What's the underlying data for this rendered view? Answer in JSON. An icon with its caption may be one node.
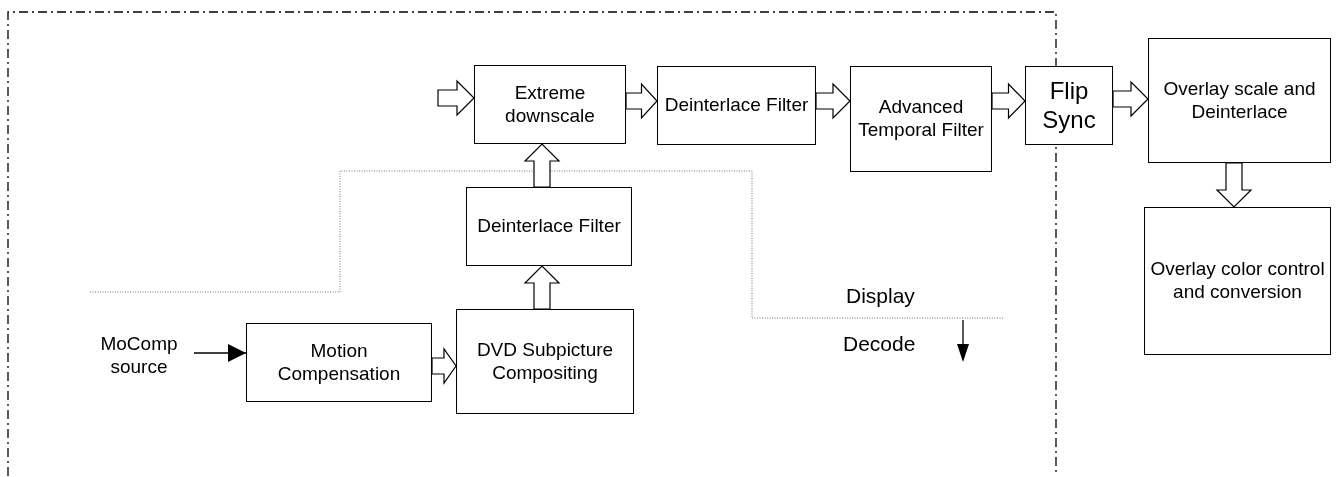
{
  "diagram": {
    "nodes": [
      {
        "text": [
          "MoComp source"
        ]
      },
      {
        "text": [
          "Motion Compensation"
        ]
      },
      {
        "text": [
          "DVD Subpicture Compositing"
        ]
      },
      {
        "text": [
          "Deinterlace Filter"
        ]
      },
      {
        "text": [
          "Extreme downscale"
        ]
      },
      {
        "text": [
          "Deinterlace Filter"
        ]
      },
      {
        "text": [
          "Advanced Temporal Filter"
        ]
      },
      {
        "text": [
          "Flip Sync"
        ]
      },
      {
        "text": [
          "Overlay scale and Deinterlace"
        ]
      },
      {
        "text": [
          "Overlay color control and conversion"
        ]
      }
    ],
    "edges": [
      {
        "from": 0,
        "to": 1,
        "arrow": "to"
      },
      {
        "from": 1,
        "to": 2,
        "arrow": "to"
      },
      {
        "from": 2,
        "to": 3,
        "arrow": "to"
      },
      {
        "from": 3,
        "to": 4,
        "arrow": "to"
      },
      {
        "from": null,
        "to": 4,
        "arrow": "to"
      },
      {
        "from": 4,
        "to": 5,
        "arrow": "to"
      },
      {
        "from": 5,
        "to": 6,
        "arrow": "to"
      },
      {
        "from": 6,
        "to": 7,
        "arrow": "to"
      },
      {
        "from": 7,
        "to": 8,
        "arrow": "to"
      },
      {
        "from": 8,
        "to": 9,
        "arrow": "to"
      }
    ],
    "labels": [
      "Display",
      "Decode"
    ]
  }
}
